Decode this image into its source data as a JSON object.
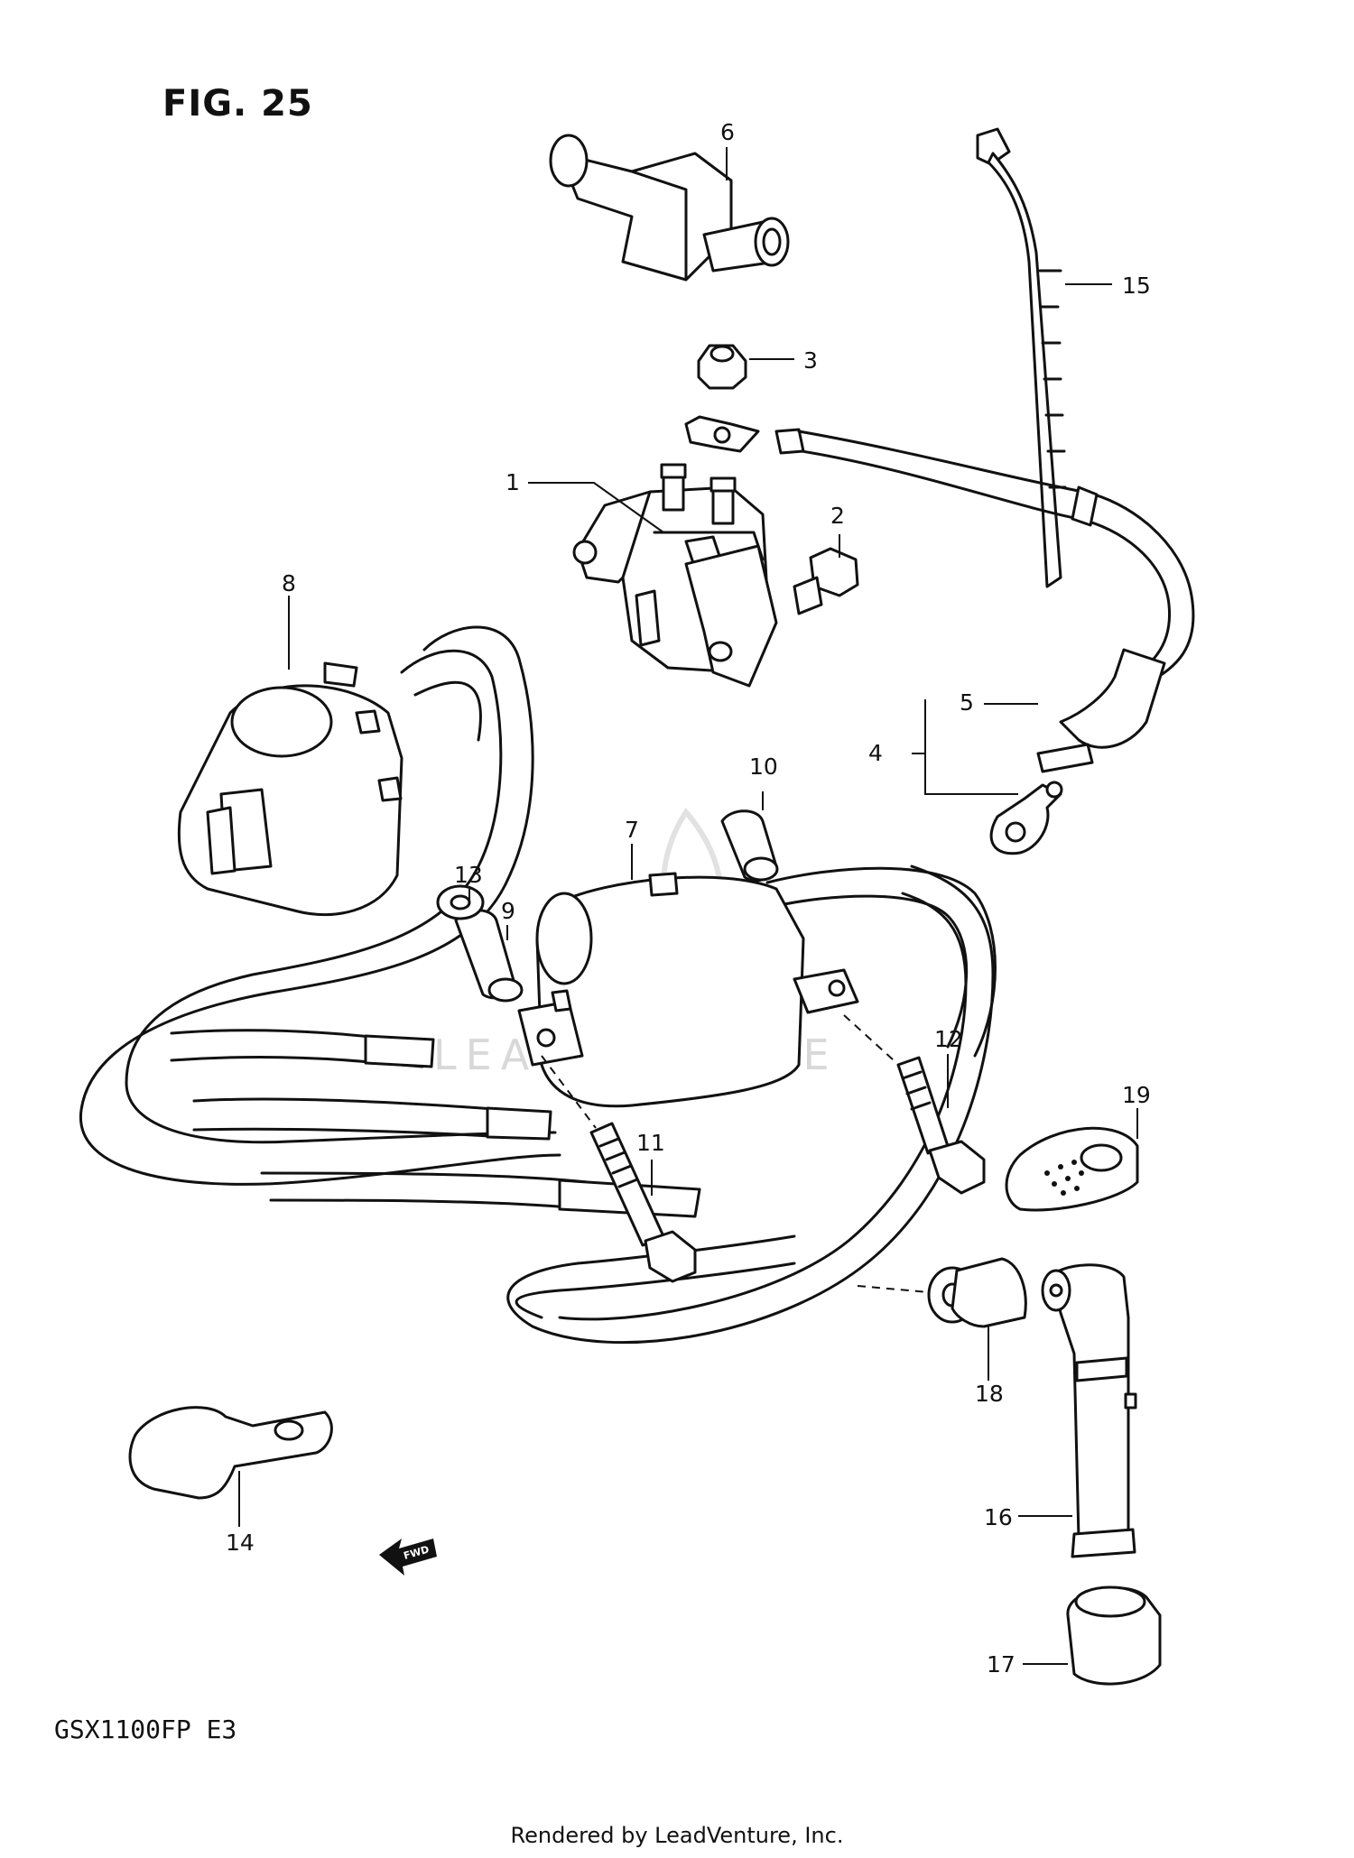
{
  "figure": {
    "title": "FIG. 25",
    "model_code": "GSX1100FP  E3",
    "footer": "Rendered by LeadVenture, Inc.",
    "watermark": "LEADVENTURE",
    "fwd_label": "FWD"
  },
  "callouts": [
    "1",
    "2",
    "3",
    "4",
    "5",
    "6",
    "7",
    "8",
    "9",
    "10",
    "11",
    "12",
    "13",
    "14",
    "15",
    "16",
    "17",
    "18",
    "19"
  ],
  "colors": {
    "line": "#111111",
    "background": "#ffffff",
    "watermark": "#d8d8d8"
  }
}
